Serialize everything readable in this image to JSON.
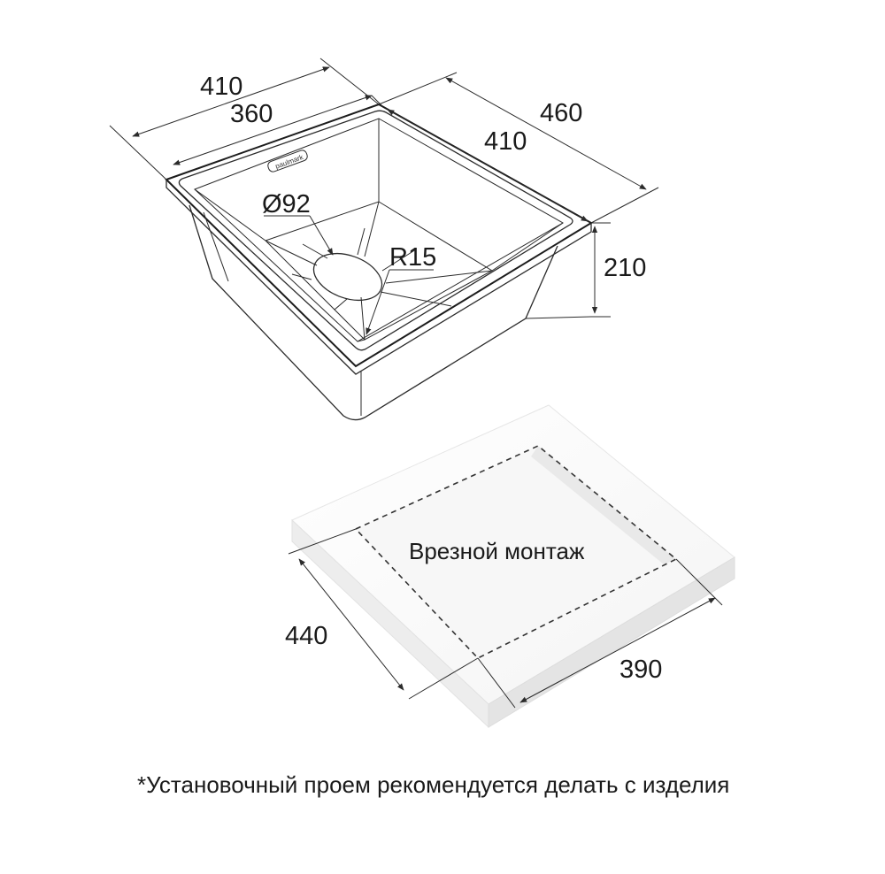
{
  "sink_drawing": {
    "dim_outer_width": "410",
    "dim_inner_width": "360",
    "dim_outer_length": "460",
    "dim_inner_length": "410",
    "dim_drain_diameter": "Ø92",
    "dim_corner_radius": "R15",
    "dim_depth": "210",
    "brand_plate": "paulmark"
  },
  "countertop_drawing": {
    "mount_label": "Врезной монтаж",
    "dim_cutout_length": "440",
    "dim_cutout_width": "390"
  },
  "footnote": "*Установочный проем рекомендуется делать с изделия"
}
